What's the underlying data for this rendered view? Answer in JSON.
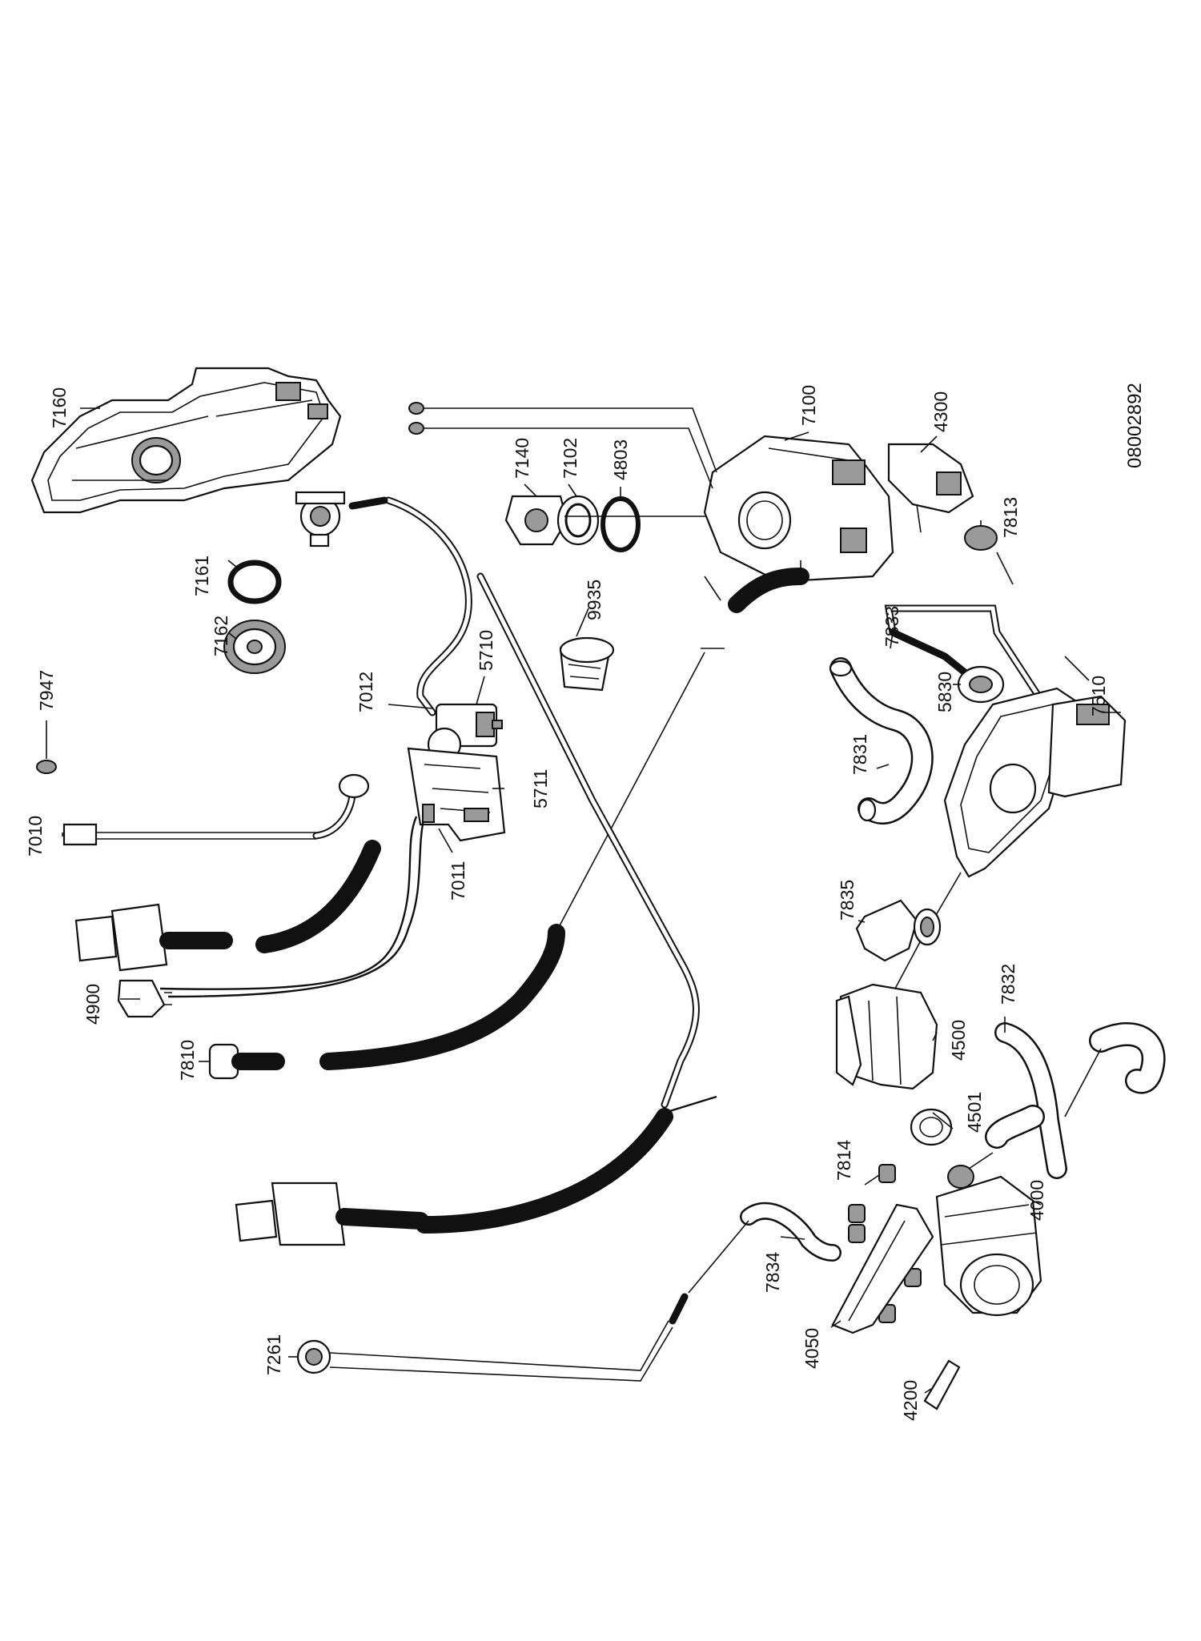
{
  "document_id": "08002892",
  "callouts": [
    {
      "id": "c7160",
      "label": "7160"
    },
    {
      "id": "c7161",
      "label": "7161"
    },
    {
      "id": "c7162",
      "label": "7162"
    },
    {
      "id": "c7947",
      "label": "7947"
    },
    {
      "id": "c7010",
      "label": "7010"
    },
    {
      "id": "c7011",
      "label": "7011"
    },
    {
      "id": "c7012",
      "label": "7012"
    },
    {
      "id": "c5710",
      "label": "5710"
    },
    {
      "id": "c5711",
      "label": "5711"
    },
    {
      "id": "c4900",
      "label": "4900"
    },
    {
      "id": "c7810",
      "label": "7810"
    },
    {
      "id": "c7261",
      "label": "7261"
    },
    {
      "id": "c7140",
      "label": "7140"
    },
    {
      "id": "c7102",
      "label": "7102"
    },
    {
      "id": "c4803",
      "label": "4803"
    },
    {
      "id": "c7100",
      "label": "7100"
    },
    {
      "id": "c4300",
      "label": "4300"
    },
    {
      "id": "c7813",
      "label": "7813"
    },
    {
      "id": "c9935",
      "label": "9935"
    },
    {
      "id": "c7833",
      "label": "7833"
    },
    {
      "id": "c5830",
      "label": "5830"
    },
    {
      "id": "c7510",
      "label": "7510"
    },
    {
      "id": "c7831",
      "label": "7831"
    },
    {
      "id": "c7835",
      "label": "7835"
    },
    {
      "id": "c7832",
      "label": "7832"
    },
    {
      "id": "c4500",
      "label": "4500"
    },
    {
      "id": "c4501",
      "label": "4501"
    },
    {
      "id": "c7814",
      "label": "7814"
    },
    {
      "id": "c4000",
      "label": "4000"
    },
    {
      "id": "c7834",
      "label": "7834"
    },
    {
      "id": "c4050",
      "label": "4050"
    },
    {
      "id": "c4200",
      "label": "4200"
    }
  ]
}
